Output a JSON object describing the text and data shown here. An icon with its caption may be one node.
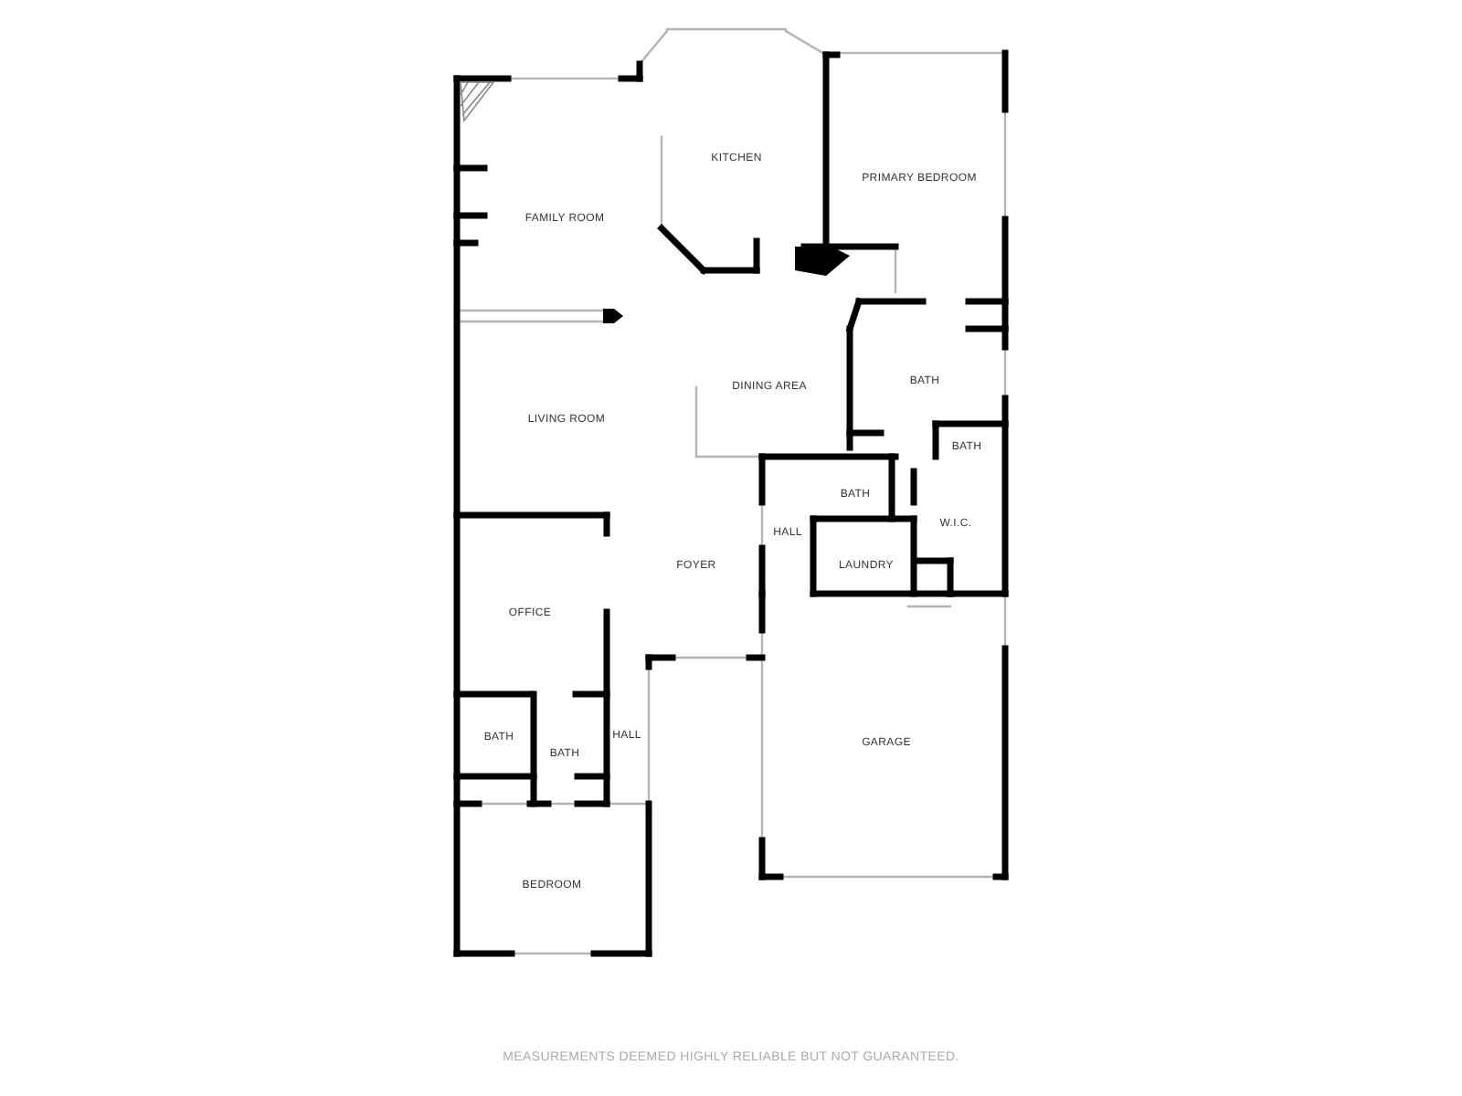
{
  "diagram": {
    "labels": [
      "KITCHEN",
      "FAMILY ROOM",
      "PRIMARY BEDROOM",
      "DINING AREA",
      "BATH",
      "LIVING ROOM",
      "BATH",
      "BATH",
      "HALL",
      "W.I.C.",
      "FOYER",
      "LAUNDRY",
      "OFFICE",
      "GARAGE",
      "BATH",
      "BATH",
      "HALL",
      "BEDROOM",
      "MEASUREMENTS DEEMED HIGHLY RELIABLE BUT NOT GUARANTEED."
    ]
  }
}
